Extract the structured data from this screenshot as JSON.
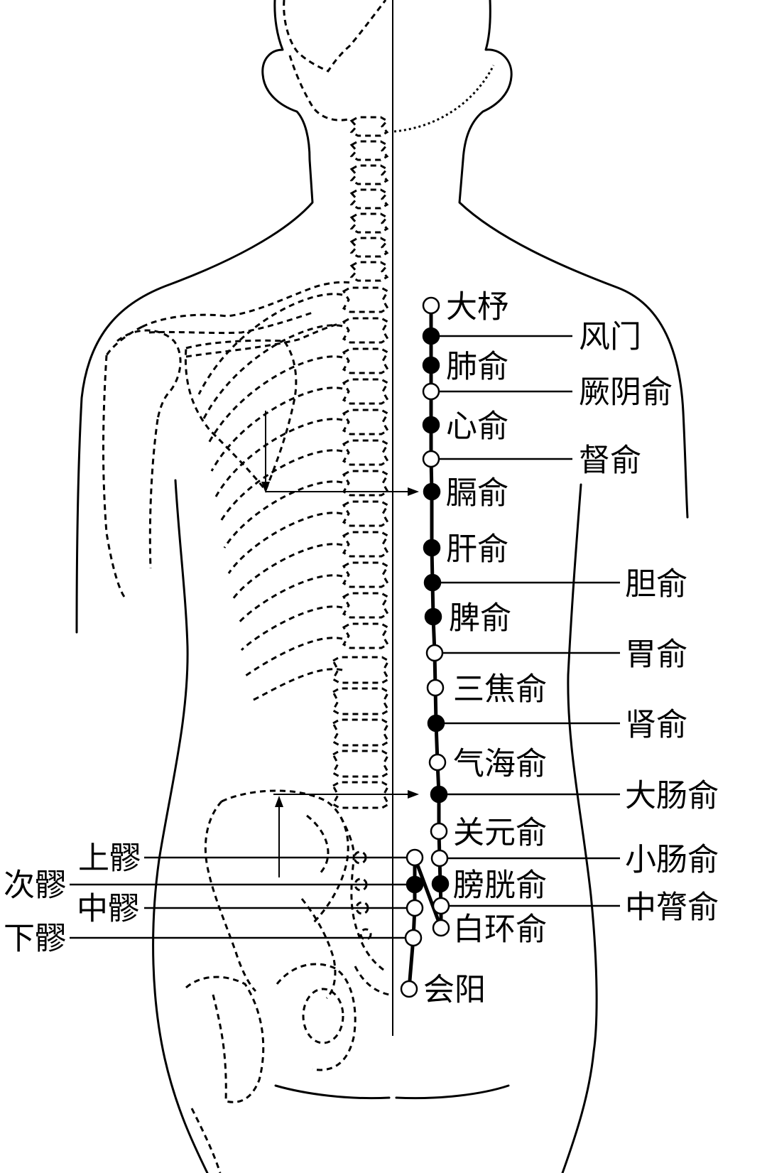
{
  "figure": {
    "background": "#ffffff",
    "line_color": "#000000"
  },
  "acupoints": [
    {
      "name": "大杼",
      "filled": false
    },
    {
      "name": "风门",
      "filled": true
    },
    {
      "name": "肺俞",
      "filled": true
    },
    {
      "name": "厥阴俞",
      "filled": false
    },
    {
      "name": "心俞",
      "filled": true
    },
    {
      "name": "督俞",
      "filled": false
    },
    {
      "name": "膈俞",
      "filled": true
    },
    {
      "name": "肝俞",
      "filled": true
    },
    {
      "name": "胆俞",
      "filled": true
    },
    {
      "name": "脾俞",
      "filled": true
    },
    {
      "name": "胃俞",
      "filled": false
    },
    {
      "name": "三焦俞",
      "filled": false
    },
    {
      "name": "肾俞",
      "filled": true
    },
    {
      "name": "气海俞",
      "filled": false
    },
    {
      "name": "大肠俞",
      "filled": true
    },
    {
      "name": "关元俞",
      "filled": false
    },
    {
      "name": "小肠俞",
      "filled": false
    },
    {
      "name": "膀胱俞",
      "filled": true
    },
    {
      "name": "中膂俞",
      "filled": false
    },
    {
      "name": "白环俞",
      "filled": false
    },
    {
      "name": "上髎",
      "filled": false
    },
    {
      "name": "次髎",
      "filled": true
    },
    {
      "name": "中髎",
      "filled": false
    },
    {
      "name": "下髎",
      "filled": false
    },
    {
      "name": "会阳",
      "filled": false
    }
  ]
}
